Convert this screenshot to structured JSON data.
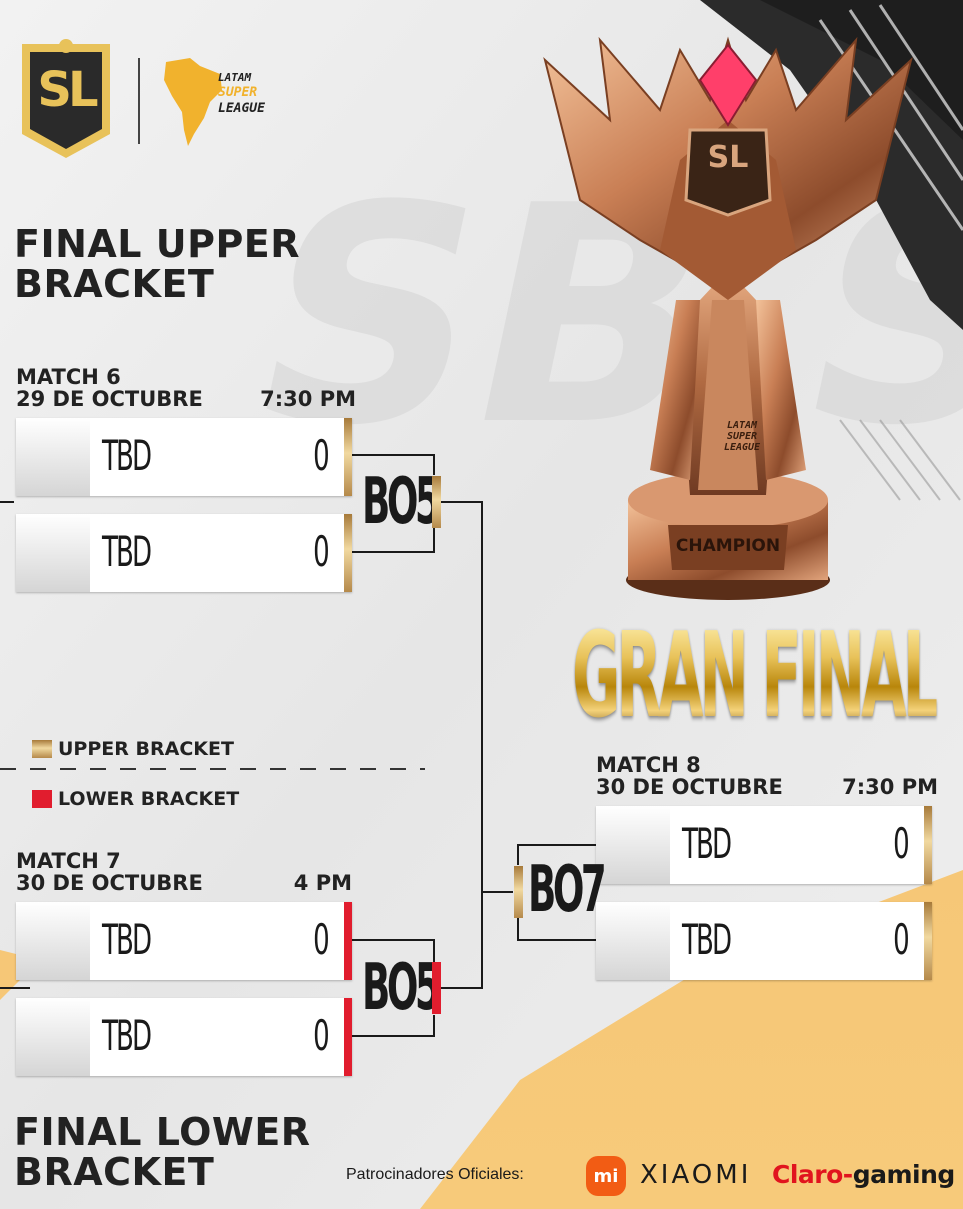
{
  "colors": {
    "upper_bracket": "#c9a35c",
    "lower_bracket": "#e11d2e",
    "brand_gold": "#e8c25a",
    "bracket_line": "#1a1a1a"
  },
  "header": {
    "logo_monogram": "SL",
    "league_logo_lines": [
      "LATAM",
      "SUPER",
      "LEAGUE"
    ]
  },
  "upper_final": {
    "title_line1": "FINAL UPPER",
    "title_line2": "BRACKET",
    "match_label": "MATCH 6",
    "date": "29 DE OCTUBRE",
    "time": "7:30 PM",
    "format": "BO5",
    "teams": [
      {
        "name": "TBD",
        "score": "0"
      },
      {
        "name": "TBD",
        "score": "0"
      }
    ]
  },
  "legend": {
    "upper": "UPPER BRACKET",
    "lower": "LOWER BRACKET"
  },
  "lower_final": {
    "title_line1": "FINAL LOWER",
    "title_line2": "BRACKET",
    "match_label": "MATCH 7",
    "date": "30 DE OCTUBRE",
    "time": "4 PM",
    "format": "BO5",
    "teams": [
      {
        "name": "TBD",
        "score": "0"
      },
      {
        "name": "TBD",
        "score": "0"
      }
    ]
  },
  "grand_final": {
    "title": "GRAN FINAL",
    "trophy_plaque": "CHAMPION",
    "trophy_emblem": "SL",
    "trophy_text_lines": [
      "LATAM",
      "SUPER",
      "LEAGUE"
    ],
    "match_label": "MATCH 8",
    "date": "30 DE OCTUBRE",
    "time": "7:30 PM",
    "format": "BO7",
    "teams": [
      {
        "name": "TBD",
        "score": "0"
      },
      {
        "name": "TBD",
        "score": "0"
      }
    ]
  },
  "sponsors": {
    "label": "Patrocinadores Oficiales:",
    "xiaomi_badge": "mi",
    "xiaomi": "XIAOMI",
    "claro": "Claro",
    "gaming": "gaming"
  }
}
